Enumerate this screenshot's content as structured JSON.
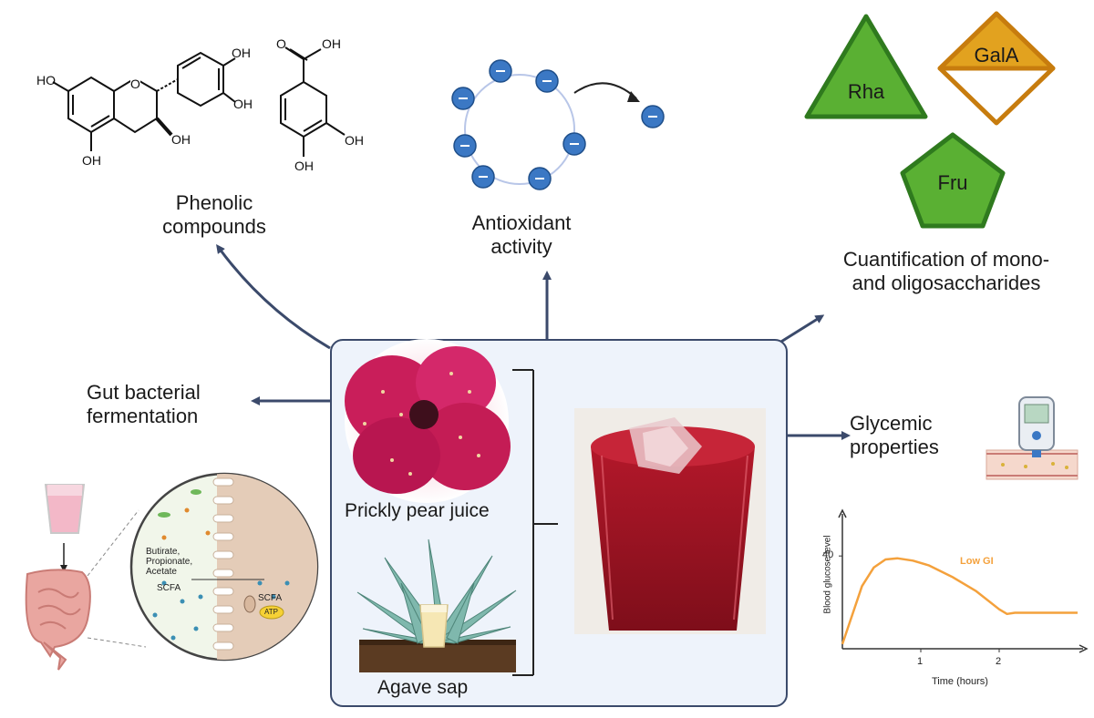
{
  "labels": {
    "phenolic_line1": "Phenolic",
    "phenolic_line2": "compounds",
    "antioxidant_line1": "Antioxidant",
    "antioxidant_line2": "activity",
    "saccharides_line1": "Cuantification of mono-",
    "saccharides_line2": "and oligosaccharides",
    "gut_line1": "Gut bacterial",
    "gut_line2": "fermentation",
    "glycemic_line1": "Glycemic",
    "glycemic_line2": "properties",
    "prickly_pear": "Prickly pear juice",
    "agave": "Agave sap"
  },
  "chemistry": {
    "oh_labels": [
      "HO",
      "OH",
      "OH",
      "OH",
      "OH",
      "O",
      "OH",
      "OH",
      "OH"
    ]
  },
  "sugars": {
    "rha": "Rha",
    "gala": "GalA",
    "fru": "Fru",
    "colors": {
      "green": "#5ab033",
      "green_stroke": "#2f7a1e",
      "orange": "#e2a21f",
      "orange_stroke": "#c77c0e"
    }
  },
  "gut": {
    "metabolites_line1": "Butirate,",
    "metabolites_line2": "Propionate,",
    "metabolites_line3": "Acetate",
    "scfa": "SCFA",
    "scfa2": "SCFA",
    "atp": "ATP"
  },
  "chart_data": {
    "type": "line",
    "title": "",
    "annotation": "Low GI",
    "xlabel": "Time (hours)",
    "ylabel": "Blood glucose level",
    "x_ticks": [
      1,
      2
    ],
    "y_ticks": [
      40
    ],
    "xlim": [
      0,
      3
    ],
    "ylim": [
      0,
      55
    ],
    "series": [
      {
        "x": [
          0,
          0.1,
          0.25,
          0.4,
          0.55,
          0.7,
          0.9,
          1.1,
          1.4,
          1.7,
          2.0,
          2.1,
          2.2,
          2.4,
          2.7,
          3.0
        ],
        "y": [
          2,
          12,
          27,
          35,
          38.5,
          39,
          38,
          36,
          31,
          25,
          17,
          15,
          15.5,
          15.5,
          15.5,
          15.5
        ]
      }
    ],
    "colors": {
      "line": "#f4a13c",
      "axis": "#333333"
    }
  },
  "theme": {
    "arrow": "#3b4a6b",
    "electron": "#3b78c4"
  }
}
